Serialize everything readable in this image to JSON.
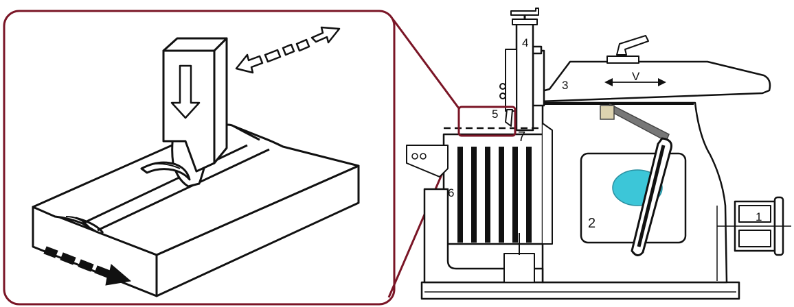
{
  "figure": {
    "labels": {
      "l1": "1",
      "l2": "2",
      "l3": "3",
      "l4": "4",
      "l5": "5",
      "l6": "6",
      "l7": "7",
      "v": "V"
    }
  },
  "colors": {
    "callout_border": "#7a1526",
    "ink": "#111111",
    "crank_disc": "#3cc6d8",
    "crank_pin": "#b24a2a",
    "ram_link": "#777777"
  }
}
